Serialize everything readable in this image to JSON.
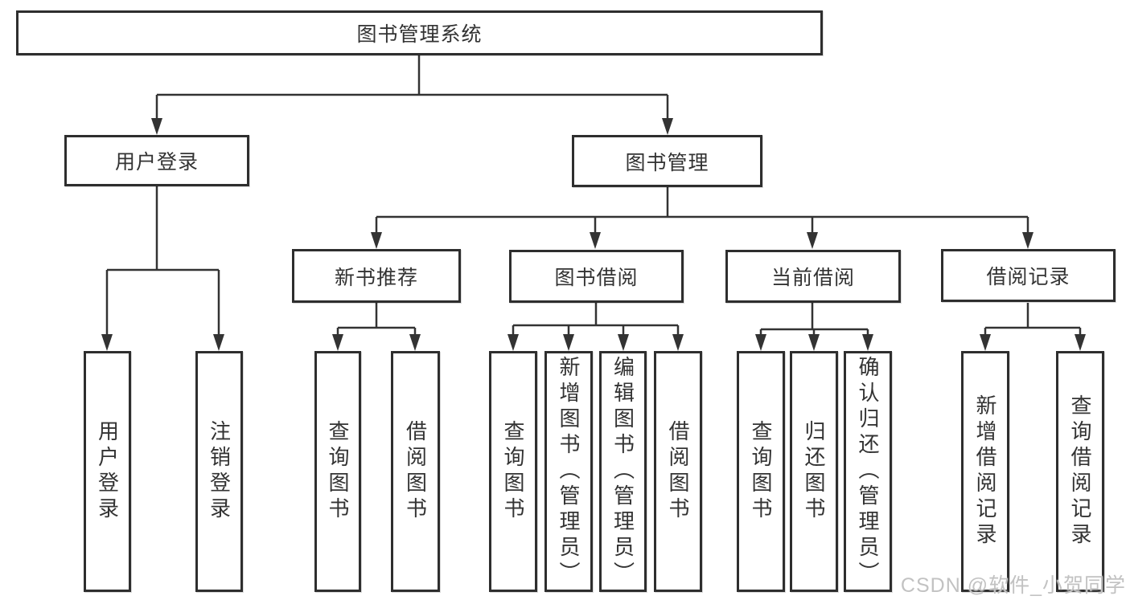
{
  "diagram": {
    "root": {
      "label": "图书管理系统",
      "children": [
        {
          "label": "用户登录",
          "children": [
            {
              "label": "用户登录"
            },
            {
              "label": "注销登录"
            }
          ]
        },
        {
          "label": "图书管理",
          "children": [
            {
              "label": "新书推荐",
              "children": [
                {
                  "label": "查询图书"
                },
                {
                  "label": "借阅图书"
                }
              ]
            },
            {
              "label": "图书借阅",
              "children": [
                {
                  "label": "查询图书"
                },
                {
                  "label": "新增图书（管理员）"
                },
                {
                  "label": "编辑图书（管理员）"
                },
                {
                  "label": "借阅图书"
                }
              ]
            },
            {
              "label": "当前借阅",
              "children": [
                {
                  "label": "查询图书"
                },
                {
                  "label": "归还图书"
                },
                {
                  "label": "确认归还（管理员）"
                }
              ]
            },
            {
              "label": "借阅记录",
              "children": [
                {
                  "label": "新增借阅记录"
                },
                {
                  "label": "查询借阅记录"
                }
              ]
            }
          ]
        }
      ]
    }
  },
  "watermark": {
    "text": "CSDN @软件_小贺同学"
  },
  "colors": {
    "line": "#333333",
    "border": "#2e2e2e",
    "box_fill": "#ffffff",
    "text": "#333333",
    "watermark": "#c2c2c2",
    "background": "#ffffff"
  }
}
